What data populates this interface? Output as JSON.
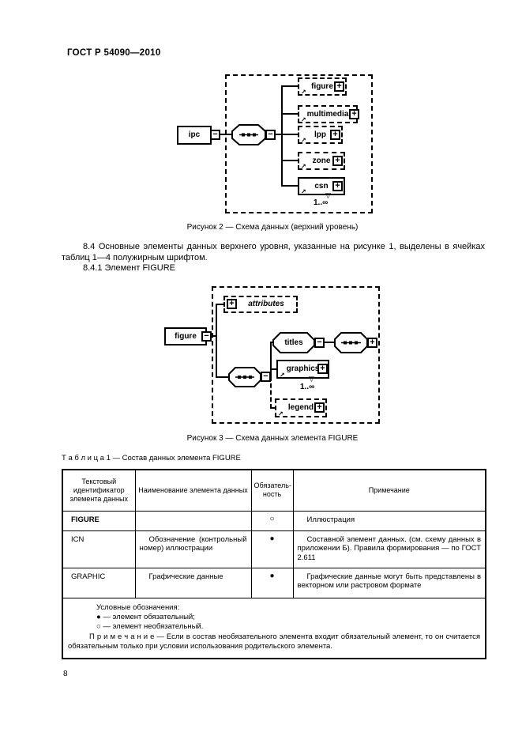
{
  "page": {
    "header": "ГОСТ Р 54090—2010",
    "page_number": "8"
  },
  "icons": {
    "plus": "+",
    "minus": "−",
    "reference_arrow": "↗",
    "repeat_marker": "▽"
  },
  "figure2": {
    "root_label": "ipc",
    "children": [
      {
        "label": "figure"
      },
      {
        "label": "multimedia"
      },
      {
        "label": "lpp"
      },
      {
        "label": "zone"
      },
      {
        "label": "csn"
      }
    ],
    "cardinality": "1..∞",
    "caption": "Рисунок 2 — Схема данных (верхний уровень)"
  },
  "section": {
    "p84": "8.4  Основные элементы данных верхнего уровня, указанные на рисунке 1, выделены в ячейках таблиц 1—4 полужирным шрифтом.",
    "p841": "8.4.1  Элемент FIGURE"
  },
  "figure3": {
    "root_label": "figure",
    "attributes_label": "attributes",
    "titles_label": "titles",
    "graphics_label": "graphics",
    "legend_label": "legend",
    "cardinality": "1..∞",
    "caption": "Рисунок 3 — Схема данных элемента FIGURE"
  },
  "table1": {
    "label": "Т а б л и ц а  1 —",
    "title": "Состав данных элемента FIGURE",
    "headers": {
      "id": "Текстовый идентификатор элемента данных",
      "name": "Наименование элемента данных",
      "required": "Обязатель-ность",
      "note": "Примечание"
    },
    "rows": [
      {
        "id": "FIGURE",
        "name": "",
        "required": "○",
        "note": "Иллюстрация"
      },
      {
        "id": "ICN",
        "name": "Обозначение (контрольный номер) иллюстрации",
        "required": "●",
        "note": "Составной элемент данных. (см. схему данных в приложении Б). Правила формирования — по ГОСТ 2.611"
      },
      {
        "id": "GRAPHIC",
        "name": "Графические данные",
        "required": "●",
        "note": "Графические данные могут быть представлены в векторном или растровом формате"
      }
    ],
    "legend": {
      "title": "Условные обозначения:",
      "required_item": "● — элемент обязательный;",
      "optional_item": "○ — элемент необязательный.",
      "note": "П р и м е ч а н и е —  Если в состав необязательного элемента входит обязательный элемент, то он считается обязательным только при условии использования родительского элемента."
    }
  }
}
